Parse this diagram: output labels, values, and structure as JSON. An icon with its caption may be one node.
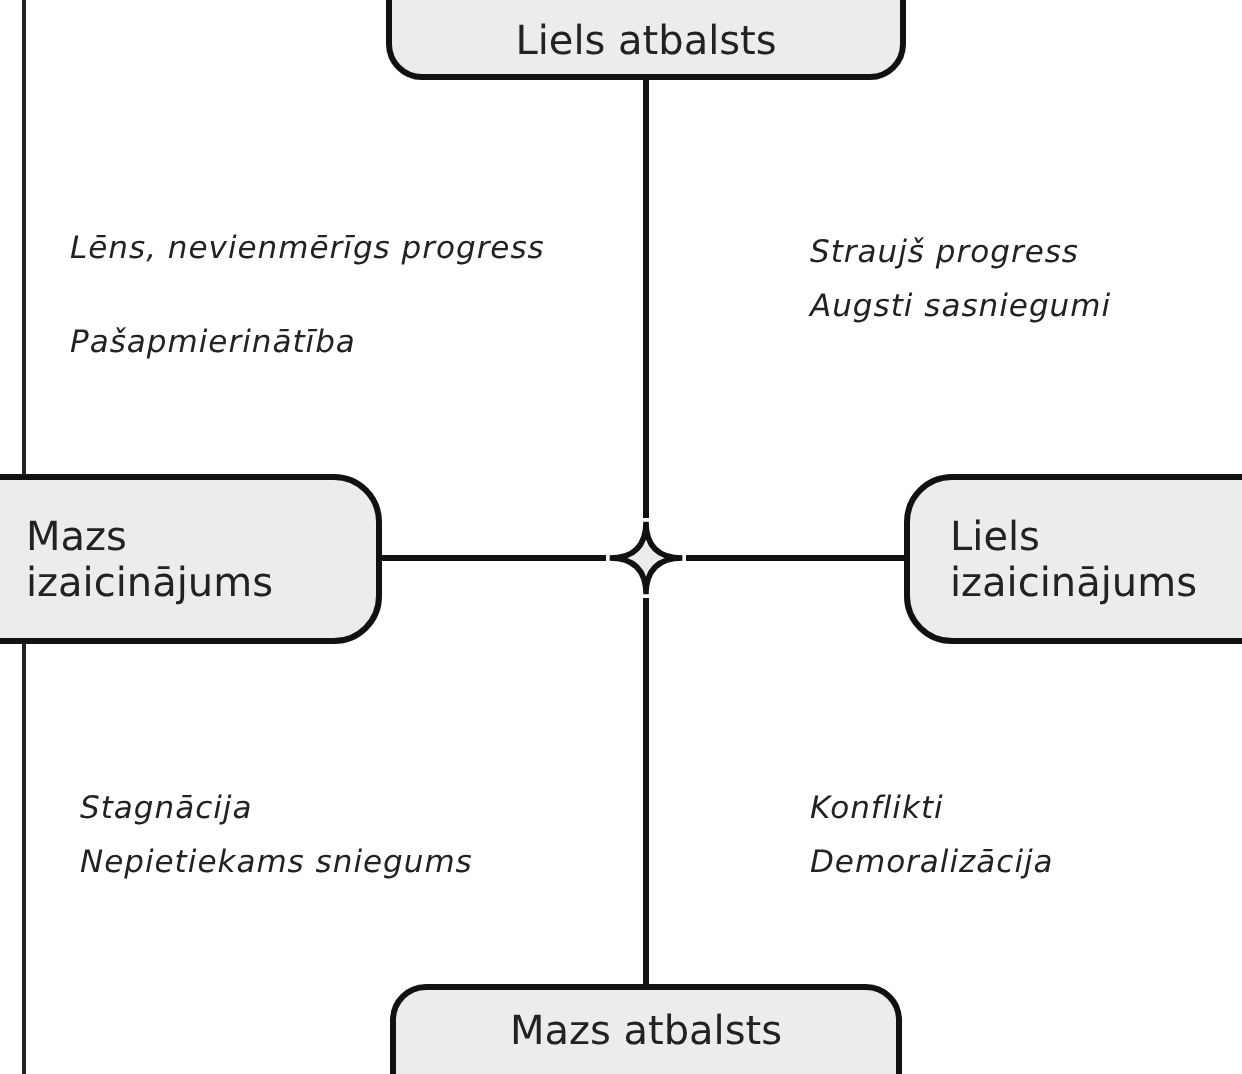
{
  "diagram": {
    "nodes": [
      {
        "text": [
          "Liels atbalsts"
        ]
      },
      {
        "text": [
          "Mazs izaicinājums"
        ]
      },
      {
        "text": [],
        "shape": "star"
      },
      {
        "text": [
          "Liels izaicinājums"
        ]
      },
      {
        "text": [
          "Mazs atbalsts"
        ]
      }
    ],
    "edges": [
      {
        "from": 2,
        "to": 0,
        "arrow": "none"
      },
      {
        "from": 2,
        "to": 1,
        "arrow": "none"
      },
      {
        "from": 2,
        "to": 3,
        "arrow": "none"
      },
      {
        "from": 2,
        "to": 4,
        "arrow": "none"
      }
    ],
    "labels": [
      "Lēns, nevienmērīgs progress",
      "Pašapmierinātība",
      "Straujš progress",
      "Augsti sasniegumi",
      "Stagnācija",
      "Nepietiekams sniegums",
      "Konflikti",
      "Demoralizācija"
    ]
  }
}
